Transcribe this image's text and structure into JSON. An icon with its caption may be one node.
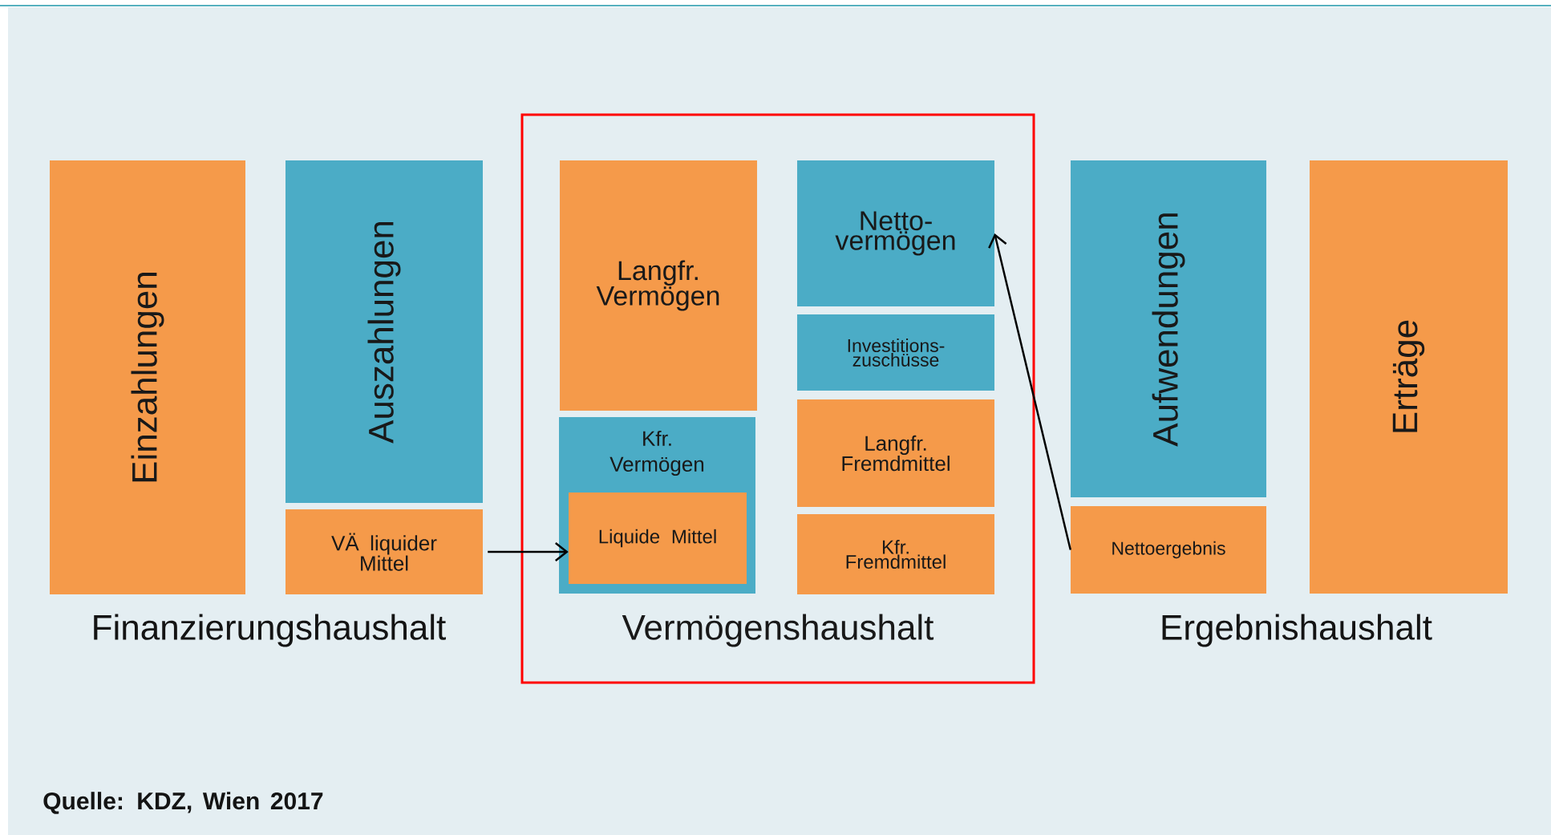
{
  "diagram": {
    "nodes": [
      {
        "text": [
          "Einzahlungen"
        ]
      },
      {
        "text": [
          "Auszahlungen"
        ]
      },
      {
        "text": [
          "VÄ liquider Mittel"
        ]
      },
      {
        "text": [
          "Vermögenshaushalt"
        ]
      },
      {
        "text": [
          "Langfr. Vermögen"
        ],
        "in": 3
      },
      {
        "text": [
          "Kfr. Vermögen"
        ],
        "in": 3
      },
      {
        "text": [
          "Liquide Mittel"
        ],
        "in": 5
      },
      {
        "text": [
          "Netto- vermögen"
        ],
        "in": 3
      },
      {
        "text": [
          "Investitions- zuschüsse"
        ],
        "in": 3
      },
      {
        "text": [
          "Langfr. Fremdmittel"
        ],
        "in": 3
      },
      {
        "text": [
          "Kfr. Fremdmittel"
        ],
        "in": 3
      },
      {
        "text": [
          "Aufwendungen"
        ]
      },
      {
        "text": [
          "Nettoergebnis"
        ]
      },
      {
        "text": [
          "Erträge"
        ]
      }
    ],
    "edges": [
      {
        "from": 2,
        "to": 6,
        "arrow": "to"
      },
      {
        "from": 12,
        "to": 7,
        "arrow": "to"
      }
    ],
    "labels": [
      "Finanzierungshaushalt",
      "Ergebnishaushalt",
      "Quelle: KDZ, Wien 2017"
    ]
  }
}
